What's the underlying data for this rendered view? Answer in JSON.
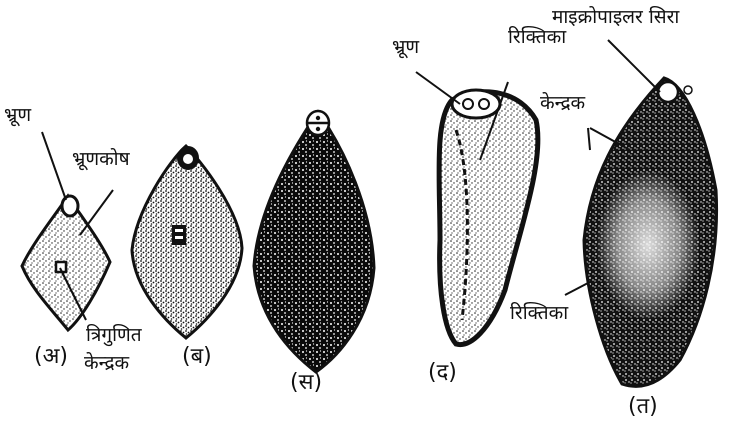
{
  "labels": {
    "embryo_a": "भ्रूण",
    "embryo_sac": "भ्रूणकोष",
    "triple_nucleus_1": "त्रिगुणित",
    "triple_nucleus_2": "केन्द्रक",
    "embryo_d": "भ्रूण",
    "vacuole_top": "रिक्तिका",
    "nucleus_e": "केन्द्रक",
    "micropyle_end": "माइक्रोपाइलर सिरा",
    "vacuole_bottom": "रिक्तिका"
  },
  "captions": {
    "a": "(अ)",
    "b": "(ब)",
    "c": "(स)",
    "d": "(द)",
    "e": "(त)"
  }
}
